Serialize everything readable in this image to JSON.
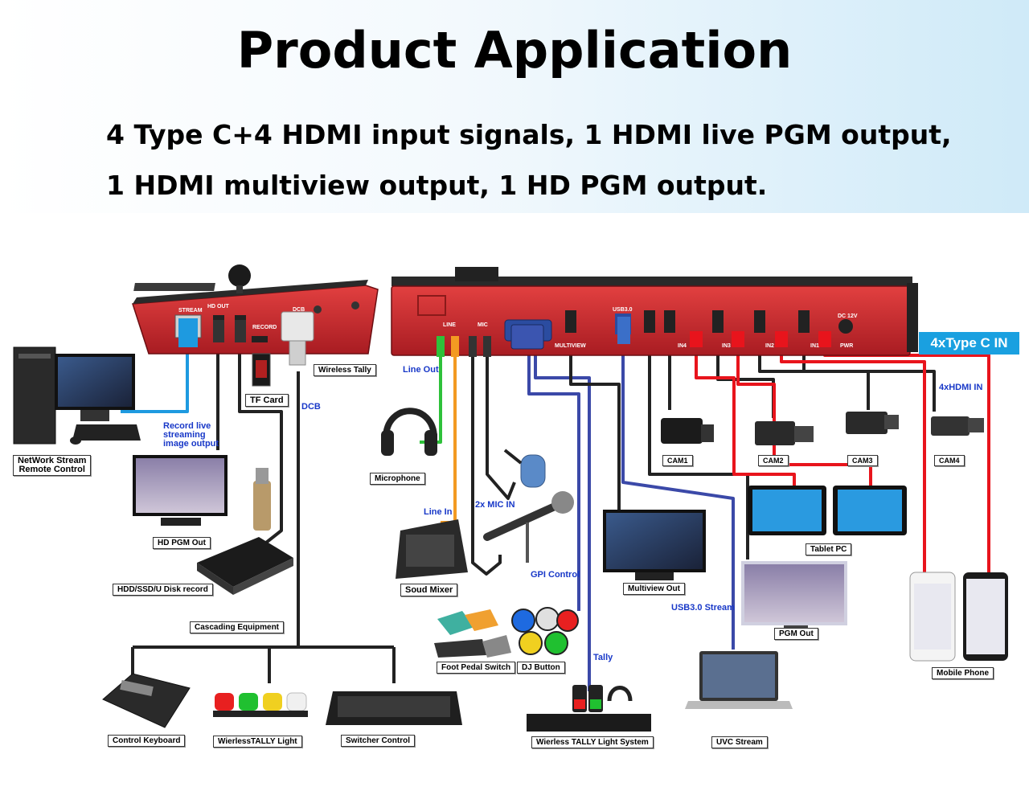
{
  "header": {
    "title": "Product Application",
    "line1": "4 Type C+4 HDMI input signals, 1 HDMI live PGM output,",
    "line2": "1 HDMI multiview output, 1 HD PGM output."
  },
  "ports": {
    "stream": "STREAM",
    "hd_out": "HD OUT",
    "record": "RECORD",
    "dcb": "DCB",
    "line": "LINE",
    "mic": "MIC",
    "multiview": "MULTIVIEW",
    "usb": "USB3.0",
    "in4": "IN4",
    "in3": "IN3",
    "in2": "IN2",
    "in1": "IN1",
    "pwr": "PWR",
    "dc": "DC 12V"
  },
  "labels": {
    "network": "NetWork Stream\nRemote Control",
    "tfcard": "TF Card",
    "wireless_tally": "Wireless Tally",
    "hd_pgm_out": "HD PGM Out",
    "hdd": "HDD/SSD/U Disk record",
    "cascading": "Cascading Equipment",
    "control_keyboard": "Control Keyboard",
    "wireless_tally_light": "WierlessTALLY Light",
    "switcher_control": "Switcher Control",
    "microphone": "Microphone",
    "soud_mixer": "Soud Mixer",
    "foot_pedal": "Foot Pedal Switch",
    "dj_button": "DJ Button",
    "tally_system": "Wierless TALLY Light System",
    "multiview_out": "Multiview Out",
    "uvc_stream": "UVC Stream",
    "pgm_out": "PGM Out",
    "tablet_pc": "Tablet PC",
    "mobile_phone": "Mobile Phone",
    "cam1": "CAM1",
    "cam2": "CAM2",
    "cam3": "CAM3",
    "cam4": "CAM4"
  },
  "annotations": {
    "record_live": "Record live\nstreaming\nimage output",
    "dcb": "DCB",
    "line_out": "Line Out",
    "line_in": "Line In",
    "mic_in": "2x MIC IN",
    "gpi": "GPI Control",
    "tally": "Tally",
    "usb_stream": "USB3.0 Stream",
    "hdmi_in": "4xHDMI IN",
    "typec_in": "4xType C  IN"
  },
  "colors": {
    "device_red": "#c8262b",
    "cable_blue": "#1e9ae0",
    "cable_green": "#2ec13a",
    "cable_orange": "#f39a22",
    "cable_navy": "#3b49a8",
    "cable_red": "#e8141c",
    "label_blue": "#1838c8",
    "badge_blue": "#1aa0e0"
  }
}
